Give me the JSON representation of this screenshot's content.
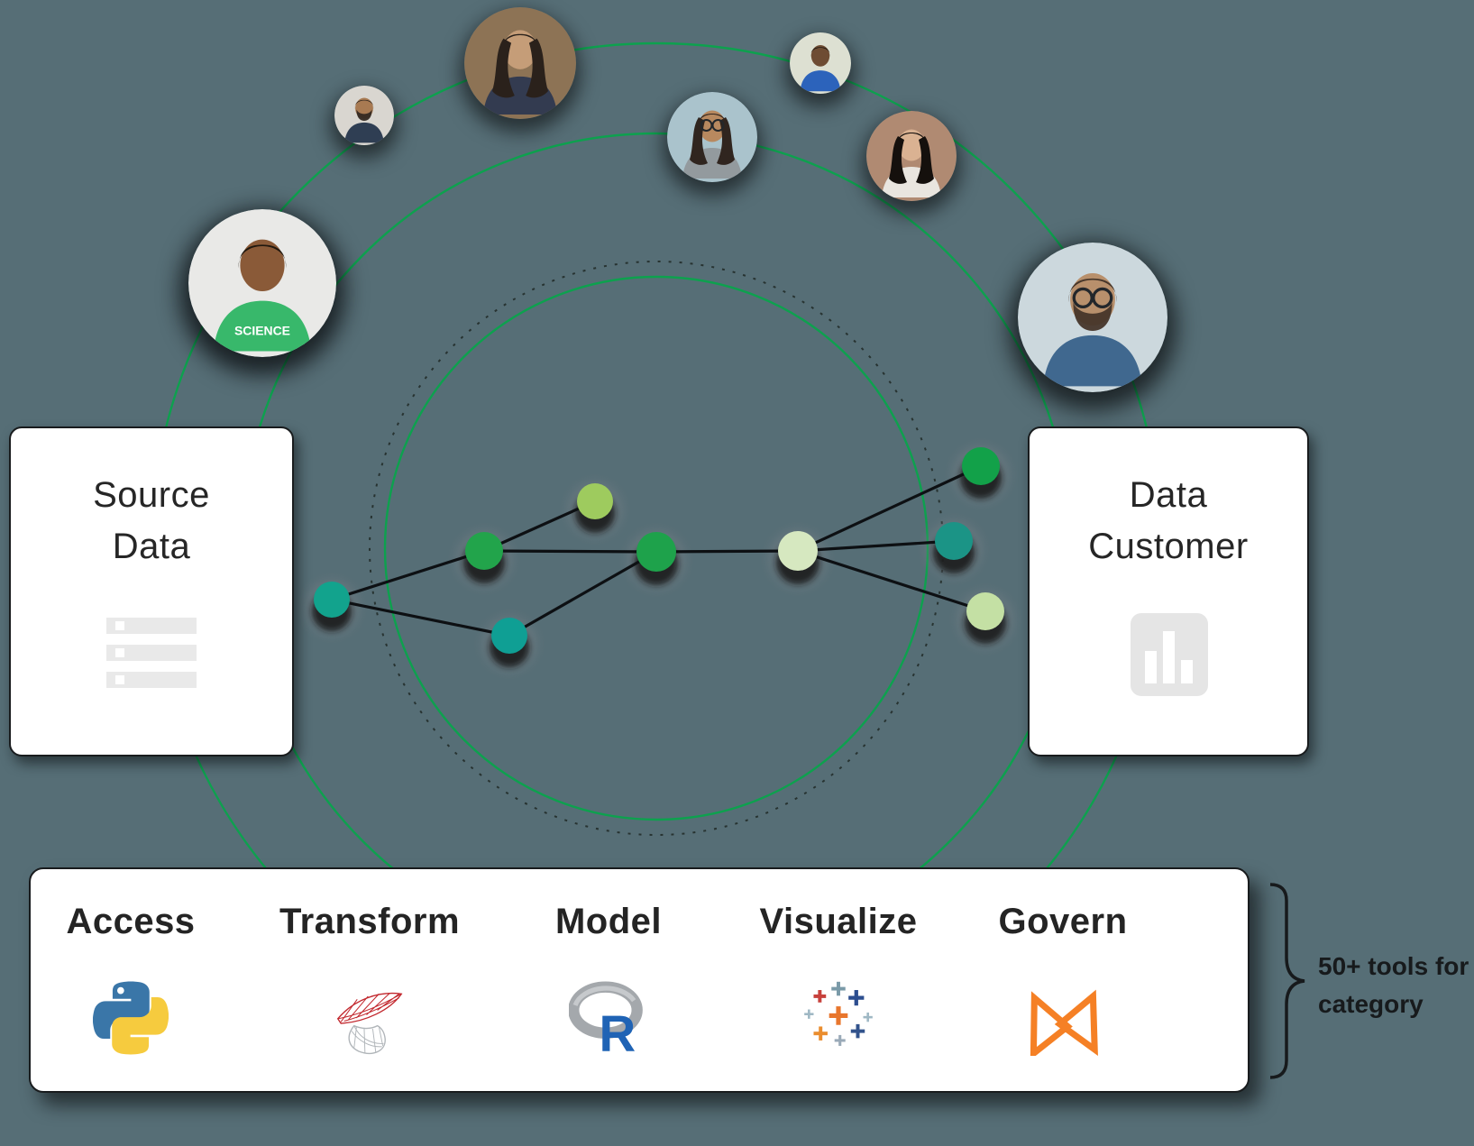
{
  "palette": {
    "background": "#566e76",
    "orbit_green": "#0da14e",
    "edge_black": "#0d1013",
    "card_text": "#262626"
  },
  "source_card": {
    "title_line1": "Source",
    "title_line2": "Data",
    "icon": "database-rows-icon"
  },
  "customer_card": {
    "title_line1": "Data",
    "title_line2": "Customer",
    "icon": "bar-chart-icon"
  },
  "tools_bar": {
    "categories": [
      {
        "label": "Access",
        "logo": "python-logo"
      },
      {
        "label": "Transform",
        "logo": "sql-server-logo"
      },
      {
        "label": "Model",
        "logo": "r-logo"
      },
      {
        "label": "Visualize",
        "logo": "tableau-logo"
      },
      {
        "label": "Govern",
        "logo": "alteryx-logo"
      }
    ],
    "annotation_line1": "50+ tools for",
    "annotation_line2": "category",
    "bracket": "right-curly-brace"
  },
  "network": {
    "nodes": [
      {
        "id": "n1",
        "color": "#12a38d"
      },
      {
        "id": "n2",
        "color": "#22a44b"
      },
      {
        "id": "n3",
        "color": "#9ecb5e"
      },
      {
        "id": "n4",
        "color": "#0f9f94"
      },
      {
        "id": "n5",
        "color": "#1ea24b"
      },
      {
        "id": "n6",
        "color": "#d6e8c0"
      },
      {
        "id": "n7",
        "color": "#12a149"
      },
      {
        "id": "n8",
        "color": "#1b9486"
      },
      {
        "id": "n9",
        "color": "#c4e0a4"
      }
    ],
    "edges": [
      "n1-n2",
      "n1-n4",
      "n2-n3",
      "n2-n5",
      "n4-n5",
      "n5-n6",
      "n6-n7",
      "n6-n8",
      "n6-n9"
    ]
  },
  "avatars": [
    "man-with-beard",
    "woman-long-dark-hair",
    "man-green-science-tshirt",
    "woman-with-glasses",
    "man-blue-blazer",
    "smiling-woman",
    "man-glasses-beard"
  ],
  "science_shirt_text": "SCIENCE",
  "r_logo_letter": "R"
}
